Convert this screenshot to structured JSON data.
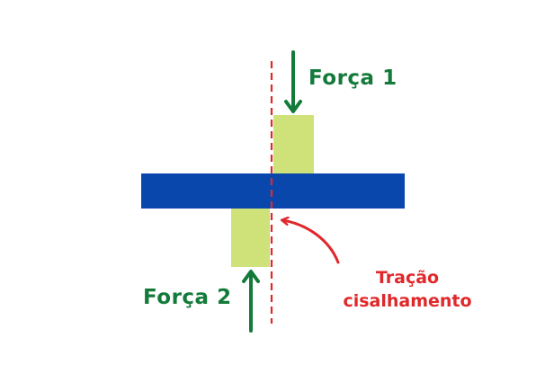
{
  "labels": {
    "force_1": "Força 1",
    "force_2": "Força 2",
    "shear_line_1": "Tração",
    "shear_line_2": "cisalhamento"
  },
  "colors": {
    "beam": "#0a47ad",
    "block": "#cfe27a",
    "force": "#137a3a",
    "shear": "#e0282a",
    "background": "#ffffff"
  }
}
